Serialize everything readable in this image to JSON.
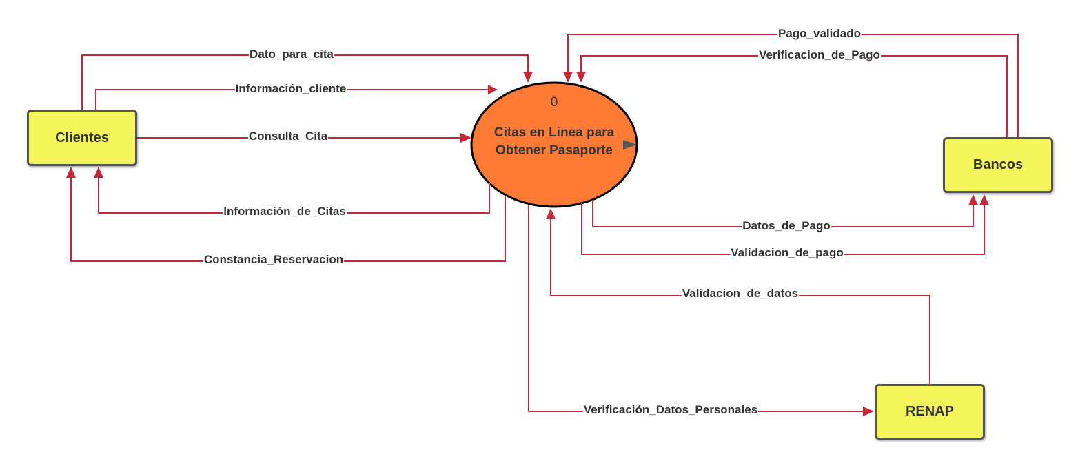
{
  "colors": {
    "flow": "#c6283a",
    "entity_fill": "#f5f65c",
    "entity_border": "#555555",
    "process_fill": "#fd7b35",
    "process_border": "#000000"
  },
  "process": {
    "number": "0",
    "title": "Citas en Linea para Obtener Pasaporte"
  },
  "entities": {
    "clientes": "Clientes",
    "bancos": "Bancos",
    "renap": "RENAP"
  },
  "flows": {
    "dato_para_cita": "Dato_para_cita",
    "informacion_cliente": "Información_cliente",
    "consulta_cita": "Consulta_Cita",
    "informacion_de_citas": "Información_de_Citas",
    "constancia_reservacion": "Constancia_Reservacion",
    "pago_validado": "Pago_validado",
    "verificacion_de_pago": "Verificacion_de_Pago",
    "datos_de_pago": "Datos_de_Pago",
    "validacion_de_pago": "Validacion_de_pago",
    "validacion_de_datos": "Validacion_de_datos",
    "verificacion_datos_personales": "Verificación_Datos_Personales"
  }
}
